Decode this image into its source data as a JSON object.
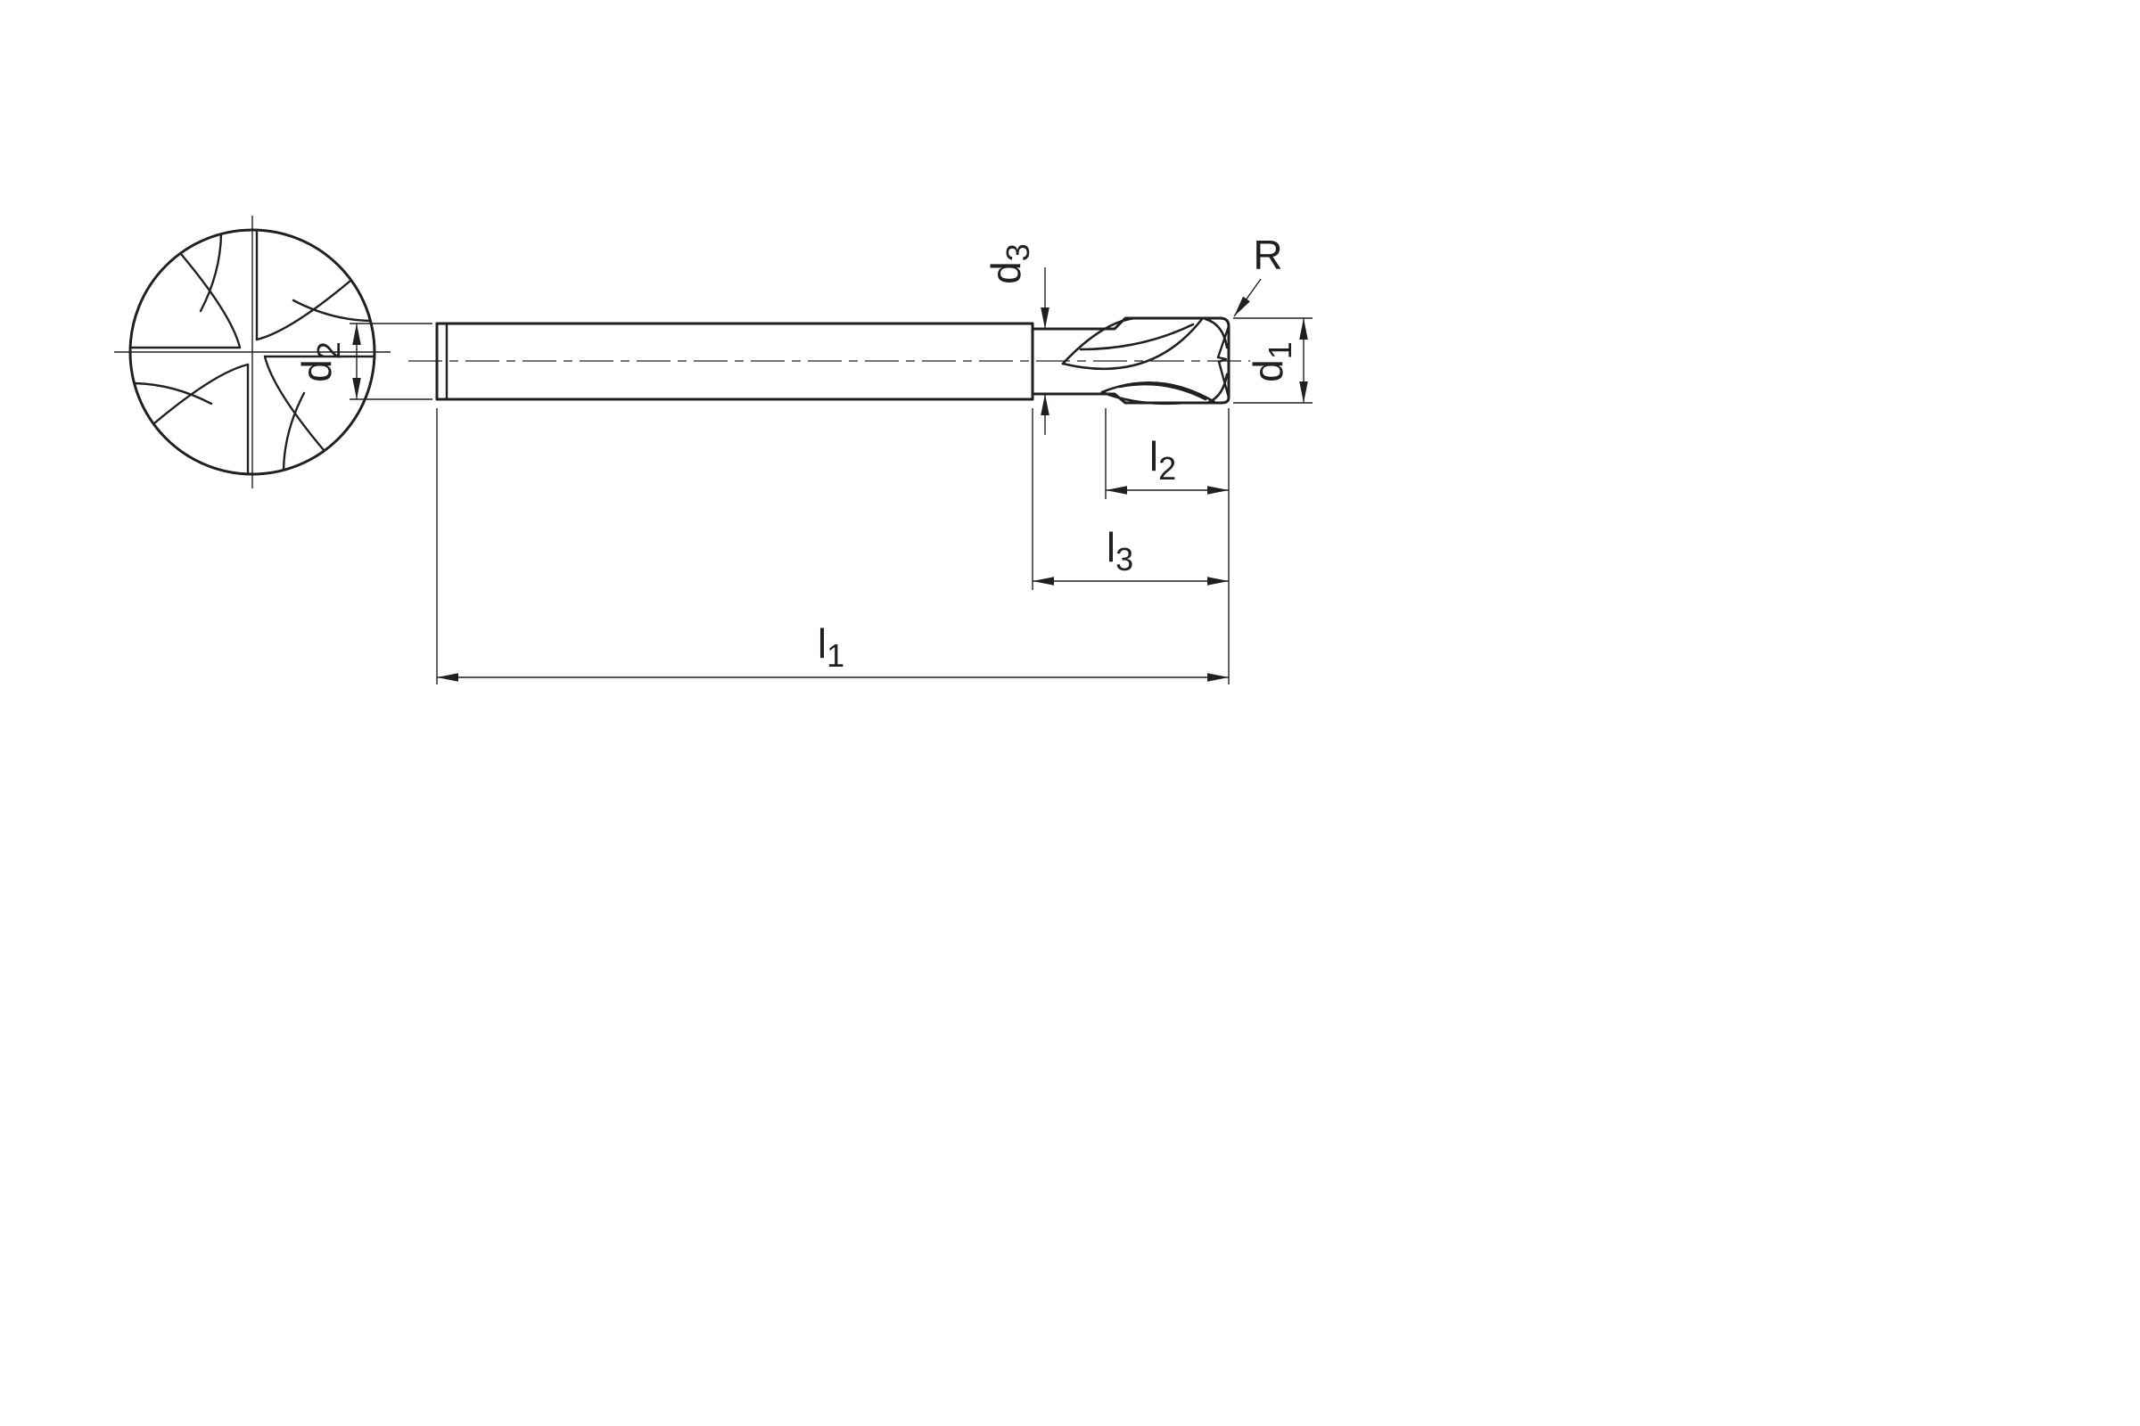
{
  "labels": {
    "d2": {
      "base": "d",
      "sub": "2"
    },
    "d3": {
      "base": "d",
      "sub": "3"
    },
    "d1": {
      "base": "d",
      "sub": "1"
    },
    "r": {
      "base": "R",
      "sub": ""
    },
    "l2": {
      "base": "l",
      "sub": "2"
    },
    "l3": {
      "base": "l",
      "sub": "3"
    },
    "l1": {
      "base": "l",
      "sub": "1"
    }
  },
  "colors": {
    "line": "#231f20",
    "background": "#ffffff"
  }
}
